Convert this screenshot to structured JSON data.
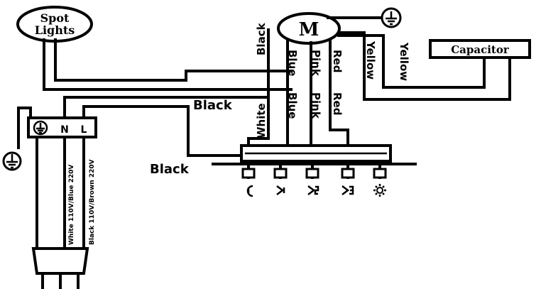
{
  "spot_lights": {
    "line1": "Spot",
    "line2": "Lights"
  },
  "motor": {
    "label": "M"
  },
  "capacitor": {
    "label": "Capacitor"
  },
  "terminal_block": {
    "ground": "⏚",
    "n": "N",
    "l": "L"
  },
  "wire_labels": {
    "black_vertical": "Black",
    "black_mid": "Black",
    "black_lower": "Black",
    "white": "White",
    "blue_top": "Blue",
    "blue_bottom": "Blue",
    "pink_top": "Pink",
    "pink_bottom": "Pink",
    "red_top": "Red",
    "red_bottom": "Red",
    "yellow_left": "Yellow",
    "yellow_right": "Yellow"
  },
  "cable_labels": {
    "left": "White 110V/Blue 220V",
    "right": "Black 110V/Brown 220V"
  },
  "switch_icons": [
    "power-icon",
    "speed-1-icon",
    "speed-2-icon",
    "speed-3-icon",
    "light-icon"
  ],
  "colors": {
    "line": "#000000",
    "background": "#ffffff"
  }
}
